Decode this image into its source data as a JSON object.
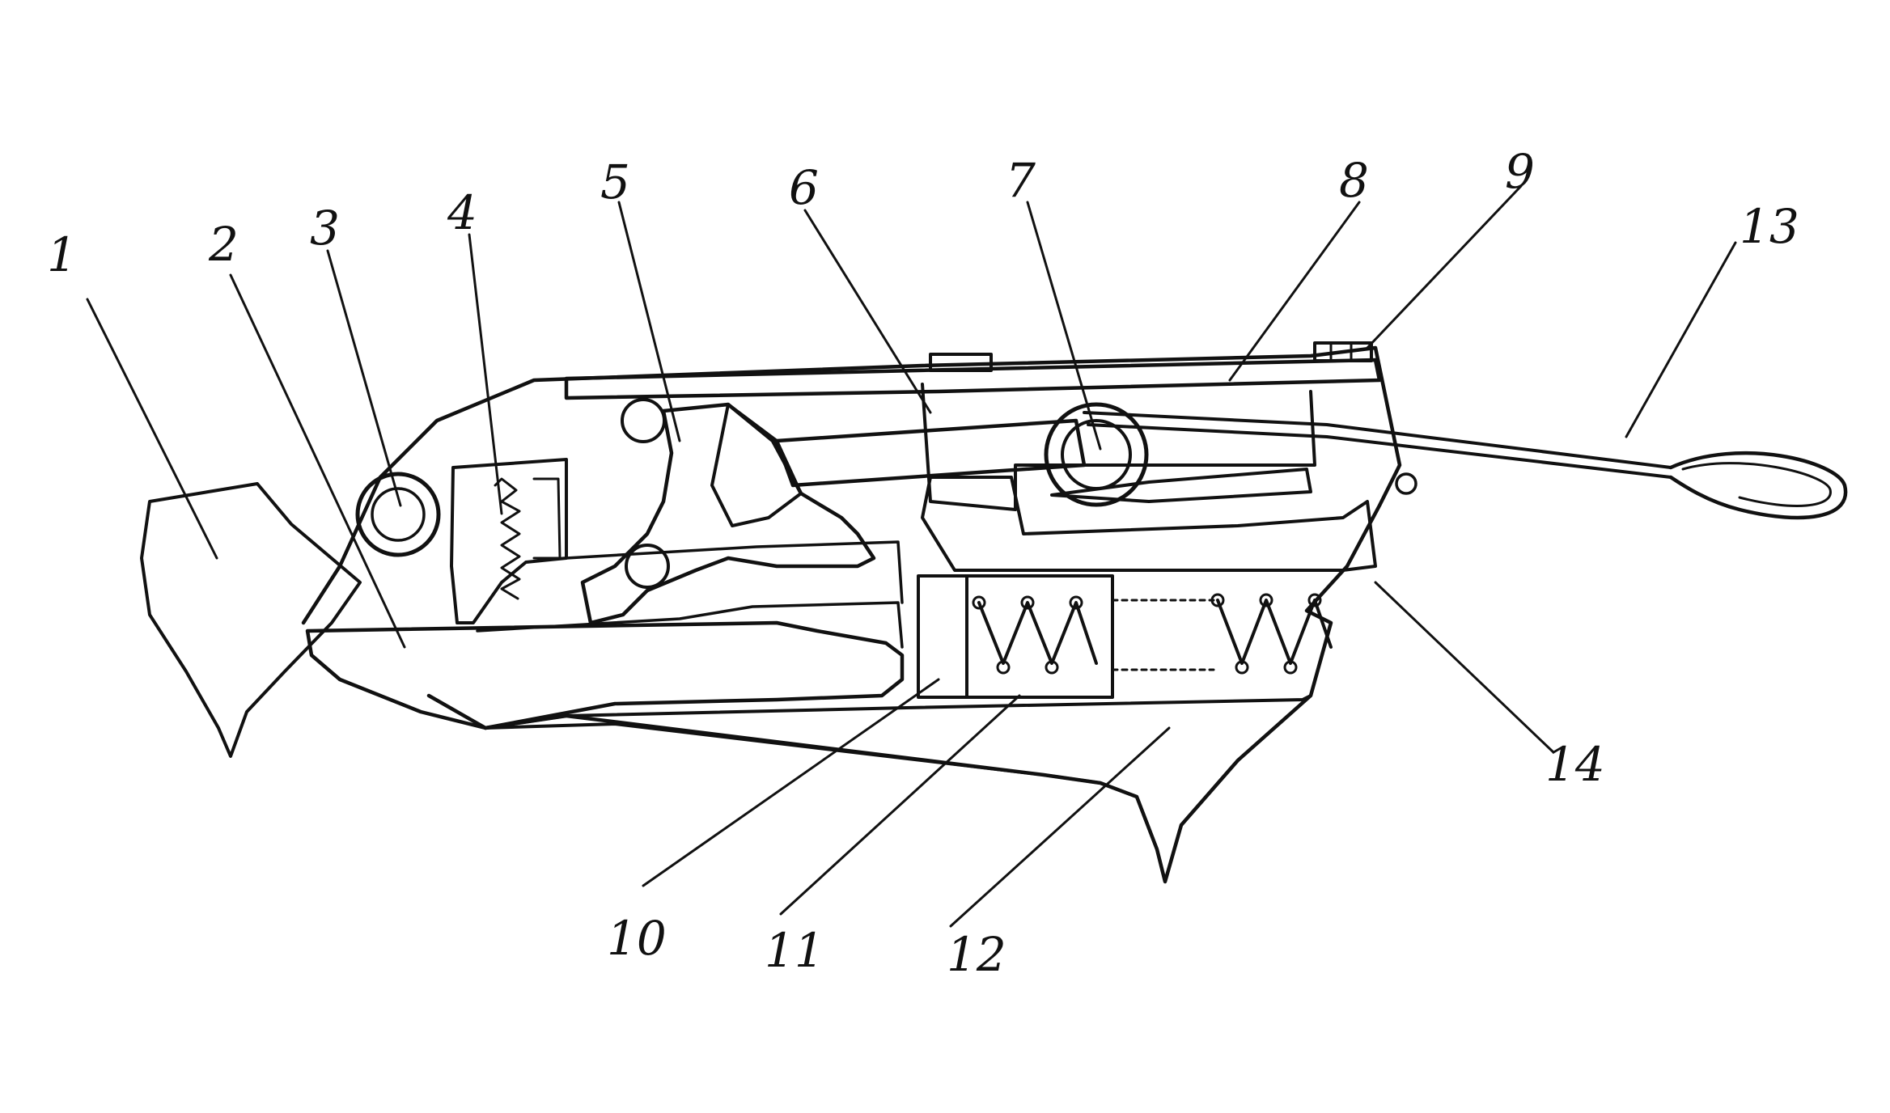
{
  "diagram": {
    "type": "mechanical-section-drawing",
    "ink_color": "#111111",
    "background_color": "#ffffff",
    "labels": [
      {
        "id": "1",
        "text": "1"
      },
      {
        "id": "2",
        "text": "2"
      },
      {
        "id": "3",
        "text": "3"
      },
      {
        "id": "4",
        "text": "4"
      },
      {
        "id": "5",
        "text": "5"
      },
      {
        "id": "6",
        "text": "6"
      },
      {
        "id": "7",
        "text": "7"
      },
      {
        "id": "8",
        "text": "8"
      },
      {
        "id": "9",
        "text": "9"
      },
      {
        "id": "10",
        "text": "10"
      },
      {
        "id": "11",
        "text": "11"
      },
      {
        "id": "12",
        "text": "12"
      },
      {
        "id": "13",
        "text": "13"
      },
      {
        "id": "14",
        "text": "14"
      }
    ]
  }
}
